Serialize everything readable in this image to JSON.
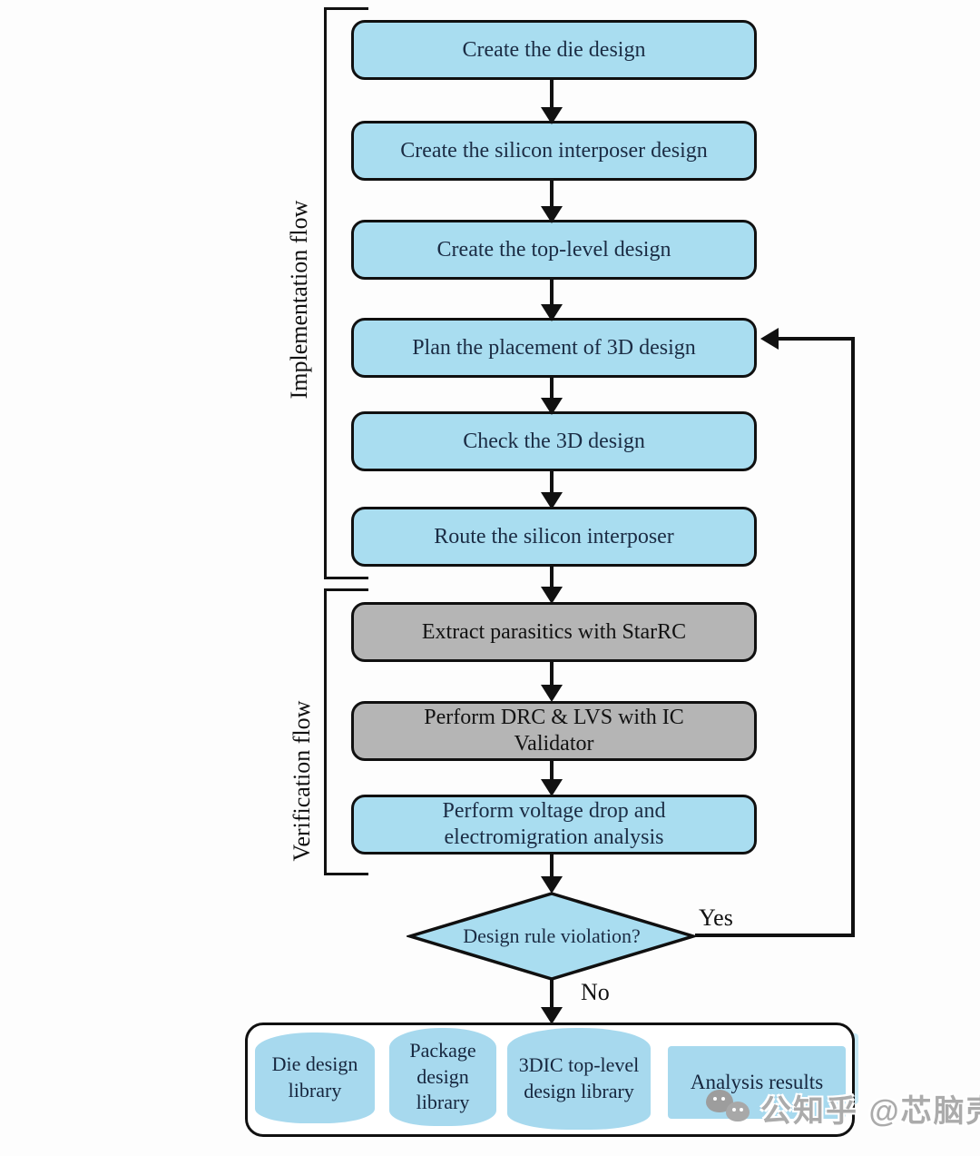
{
  "flow": {
    "implementation_label": "Implementation flow",
    "verification_label": "Verification flow",
    "steps": [
      {
        "label": "Create the die design",
        "type": "blue"
      },
      {
        "label": "Create the silicon interposer design",
        "type": "blue"
      },
      {
        "label": "Create the top-level design",
        "type": "blue"
      },
      {
        "label": "Plan the placement of 3D design",
        "type": "blue"
      },
      {
        "label": "Check the 3D design",
        "type": "blue"
      },
      {
        "label": "Route the silicon interposer",
        "type": "blue"
      },
      {
        "label": "Extract parasitics with StarRC",
        "type": "gray"
      },
      {
        "label": "Perform DRC & LVS with IC Validator",
        "type": "gray"
      },
      {
        "label": "Perform voltage drop and electromigration analysis",
        "type": "blue"
      }
    ],
    "decision": {
      "label": "Design rule violation?",
      "yes_label": "Yes",
      "no_label": "No"
    },
    "outputs": [
      {
        "label": "Die design library",
        "shape": "cylinder"
      },
      {
        "label": "Package design library",
        "shape": "cylinder"
      },
      {
        "label": "3DIC top-level design library",
        "shape": "cylinder"
      },
      {
        "label": "Analysis results",
        "shape": "documents"
      }
    ]
  },
  "watermark": {
    "text": "公知乎 @芯脑壳",
    "icon": "wechat-icon"
  },
  "colors": {
    "step_blue": "#a9ddf0",
    "step_gray": "#b5b5b5",
    "outline": "#101010",
    "text_navy": "#1b2c44",
    "library_blue": "#a7d9ee",
    "watermark_gray": "#ababab"
  }
}
